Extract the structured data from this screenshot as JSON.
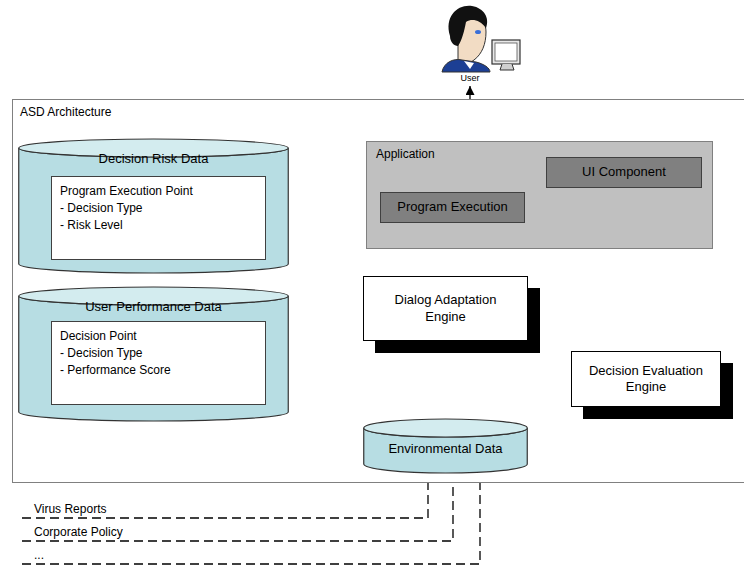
{
  "diagram": {
    "nodes": [
      {
        "text": [
          "User"
        ]
      },
      {
        "text": [
          "ASD Architecture"
        ]
      },
      {
        "text": [
          "Decision Risk Data"
        ],
        "in": 1
      },
      {
        "text": [
          "Program Execution Point",
          "- Decision Type",
          "- Risk Level"
        ],
        "in": 2
      },
      {
        "text": [
          "Application"
        ],
        "in": 1
      },
      {
        "text": [
          "UI Component"
        ],
        "in": 4
      },
      {
        "text": [
          "Program Execution"
        ],
        "in": 4
      },
      {
        "text": [
          "Dialog Adaptation Engine"
        ],
        "in": 1
      },
      {
        "text": [
          "User Performance Data"
        ],
        "in": 1
      },
      {
        "text": [
          "Decision Point",
          "- Decision Type",
          "- Performance Score"
        ],
        "in": 8
      },
      {
        "text": [
          "Decision Evaluation Engine"
        ],
        "in": 1
      },
      {
        "text": [
          "Environmental Data"
        ],
        "in": 1
      }
    ],
    "edges": [
      {
        "from": 0,
        "to": 4,
        "arrow": "both"
      },
      {
        "from": 2,
        "to": 7,
        "arrow": "to"
      },
      {
        "from": 8,
        "to": 7,
        "arrow": "to"
      },
      {
        "from": 6,
        "to": 7,
        "arrow": "to"
      },
      {
        "from": 7,
        "to": 5,
        "arrow": "to"
      },
      {
        "from": 5,
        "to": 10,
        "arrow": "both"
      },
      {
        "from": 11,
        "to": 8,
        "arrow": "to"
      },
      {
        "from": 11,
        "to": 10,
        "arrow": "to"
      },
      {
        "from": 11,
        "to": 7,
        "arrow": "to"
      }
    ],
    "labels": [
      "Virus Reports",
      "Corporate Policy",
      "..."
    ]
  }
}
